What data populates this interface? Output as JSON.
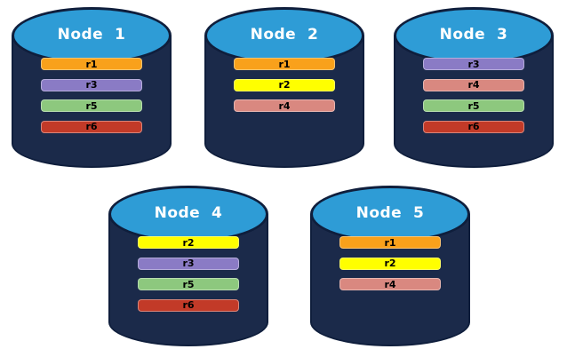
{
  "diagram": {
    "description": "Five database nodes showing replica placement",
    "colors": {
      "node_fill": "#1B2A4A",
      "node_stroke": "#0F1E3C",
      "node_top_fill": "#2E9CD6",
      "title_color": "#FFFFFF",
      "bar_label_color": "#000000",
      "replicas": {
        "r1": "#F9A11B",
        "r2": "#FFFF00",
        "r3": "#8A7BC5",
        "r4": "#D98880",
        "r5": "#8DC87E",
        "r6": "#C23A28"
      }
    },
    "nodes": [
      {
        "title": "Node  1",
        "replicas": [
          "r1",
          "r3",
          "r5",
          "r6"
        ]
      },
      {
        "title": "Node  2",
        "replicas": [
          "r1",
          "r2",
          "r4"
        ]
      },
      {
        "title": "Node  3",
        "replicas": [
          "r3",
          "r4",
          "r5",
          "r6"
        ]
      },
      {
        "title": "Node  4",
        "replicas": [
          "r2",
          "r3",
          "r5",
          "r6"
        ]
      },
      {
        "title": "Node  5",
        "replicas": [
          "r1",
          "r2",
          "r4"
        ]
      }
    ]
  }
}
